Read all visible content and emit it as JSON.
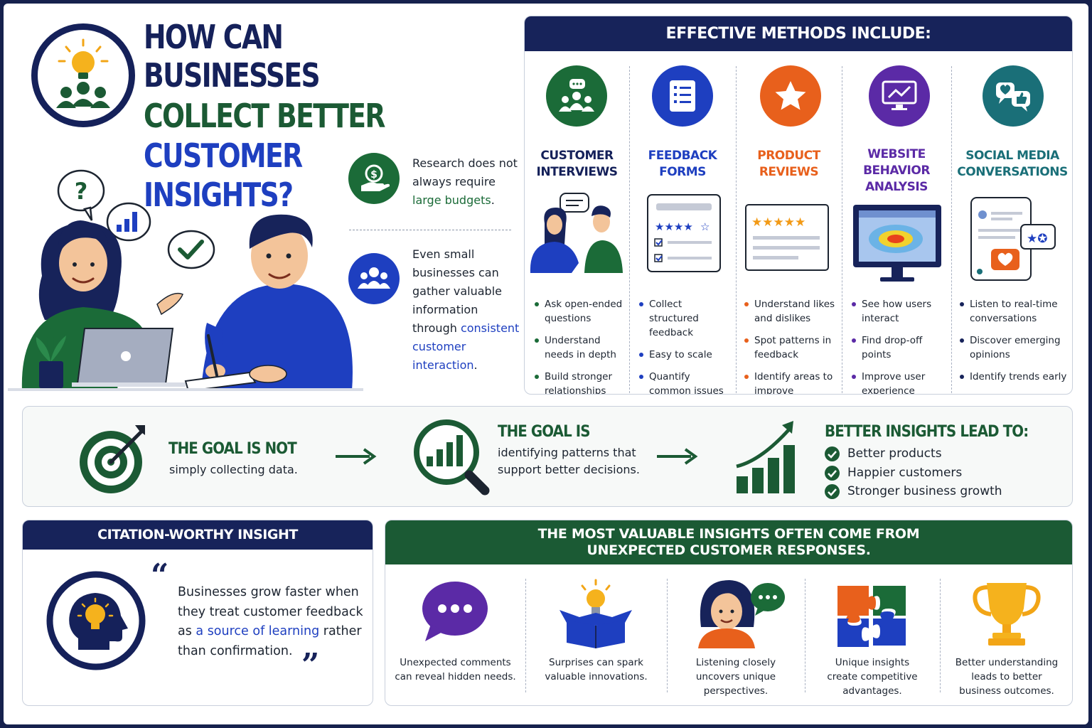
{
  "title": {
    "line1": "HOW CAN",
    "line2": "BUSINESSES",
    "line3": "COLLECT BETTER",
    "line4": "CUSTOMER",
    "line5": "INSIGHTS?"
  },
  "intro": {
    "note1": {
      "before": "Research does not always require ",
      "highlight": "large budgets",
      "after": "."
    },
    "note2": {
      "before": "Even small businesses can gather valuable information through ",
      "highlight": "consistent customer interaction",
      "after": "."
    }
  },
  "methods": {
    "heading": "EFFECTIVE METHODS INCLUDE:",
    "items": [
      {
        "title_1": "CUSTOMER",
        "title_2": "INTERVIEWS",
        "color": "#1b6b38",
        "bullets": [
          "Ask open-ended questions",
          "Understand needs in depth",
          "Build stronger relationships"
        ]
      },
      {
        "title_1": "FEEDBACK",
        "title_2": "FORMS",
        "color": "#1e3fc0",
        "bullets": [
          "Collect structured feedback",
          "Easy to scale",
          "Quantify common issues"
        ]
      },
      {
        "title_1": "PRODUCT",
        "title_2": "REVIEWS",
        "color": "#e8601c",
        "bullets": [
          "Understand likes and dislikes",
          "Spot patterns in feedback",
          "Identify areas to improve"
        ]
      },
      {
        "title_1": "WEBSITE",
        "title_2": "BEHAVIOR",
        "title_3": "ANALYSIS",
        "color": "#5b2aa6",
        "bullets": [
          "See how users interact",
          "Find drop-off points",
          "Improve user experience"
        ]
      },
      {
        "title_1": "SOCIAL MEDIA",
        "title_2": "CONVERSATIONS",
        "color": "#1a6f78",
        "bullets": [
          "Listen to real-time conversations",
          "Discover emerging opinions",
          "Identify trends early"
        ]
      }
    ]
  },
  "goal": {
    "not_heading": "THE GOAL IS NOT",
    "not_text": "simply collecting data.",
    "is_heading": "THE GOAL IS",
    "is_text": "identifying patterns that support better decisions.",
    "lead_heading": "BETTER INSIGHTS LEAD TO:",
    "outcomes": [
      "Better products",
      "Happier customers",
      "Stronger business growth"
    ]
  },
  "citation": {
    "heading": "CITATION-WORTHY INSIGHT",
    "quote_before": "Businesses grow faster when they treat customer feedback as ",
    "quote_highlight": "a source of learning",
    "quote_after": " rather than confirmation."
  },
  "unexpected": {
    "heading_1": "THE MOST VALUABLE INSIGHTS OFTEN COME FROM",
    "heading_2": "UNEXPECTED CUSTOMER RESPONSES.",
    "items": [
      {
        "caption": "Unexpected comments can reveal hidden needs.",
        "icon": "chat-bubble-icon"
      },
      {
        "caption": "Surprises can spark valuable innovations.",
        "icon": "lightbulb-box-icon"
      },
      {
        "caption": "Listening closely uncovers unique perspectives.",
        "icon": "listening-person-icon"
      },
      {
        "caption": "Unique insights create competitive advantages.",
        "icon": "puzzle-icon"
      },
      {
        "caption": "Better understanding leads to better business outcomes.",
        "icon": "trophy-icon"
      }
    ]
  },
  "colors": {
    "navy": "#15215a",
    "green": "#1b5a34",
    "blue": "#1e3fc0",
    "orange": "#e8601c",
    "purple": "#5b2aa6",
    "teal": "#1a6f78"
  }
}
